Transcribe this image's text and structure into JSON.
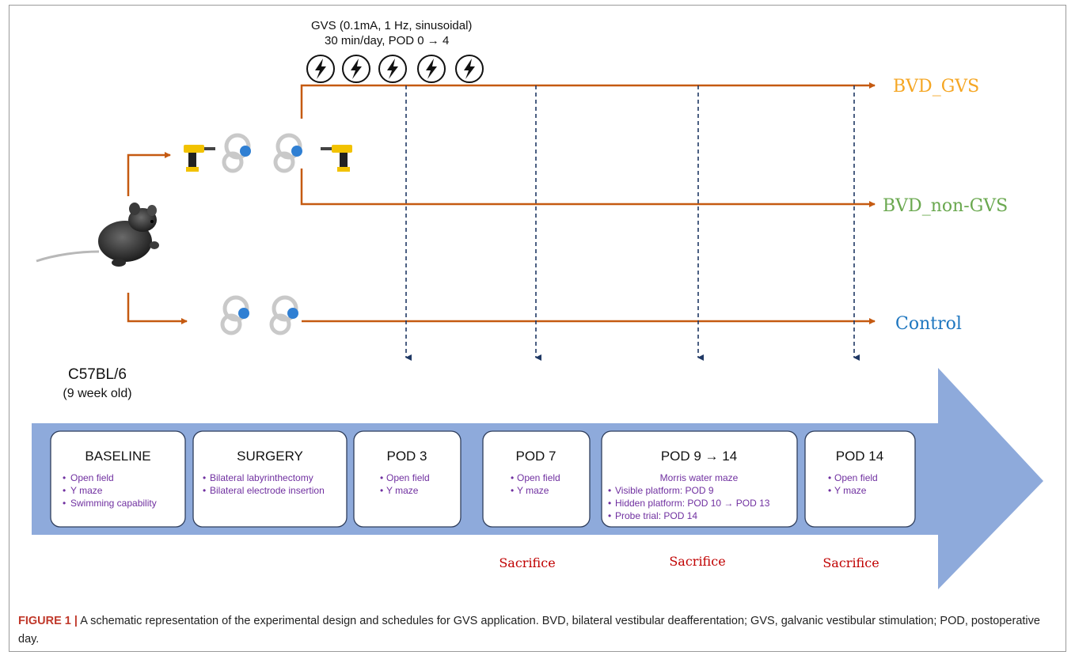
{
  "gvs": {
    "line1": "GVS (0.1mA, 1 Hz, sinusoidal)",
    "line2": "30 min/day, POD 0 → 4",
    "icon_count": 5
  },
  "subject": {
    "strain": "C57BL/6",
    "age": "(9 week old)"
  },
  "groups": [
    {
      "label": "BVD_GVS",
      "color": "#f5a623"
    },
    {
      "label": "BVD_non-GVS",
      "color": "#6aa84f"
    },
    {
      "label": "Control",
      "color": "#1f77c0"
    }
  ],
  "timeline": [
    {
      "title": "BASELINE",
      "items": [
        "Open field",
        "Y maze",
        "Swimming capability"
      ]
    },
    {
      "title": "SURGERY",
      "items": [
        "Bilateral labyrinthectomy",
        "Bilateral electrode insertion"
      ]
    },
    {
      "title": "POD 3",
      "items": [
        "Open field",
        "Y maze"
      ]
    },
    {
      "title": "POD 7",
      "items": [
        "Open field",
        "Y maze"
      ]
    },
    {
      "title": "POD 9 → 14",
      "subtitle": "Morris water maze",
      "items": [
        "Visible platform: POD 9",
        "Hidden platform: POD 10 → POD 13",
        "Probe trial: POD 14"
      ]
    },
    {
      "title": "POD 14",
      "items": [
        "Open field",
        "Y maze"
      ]
    }
  ],
  "sacrifice_label": "Sacrifice",
  "sacrifice_count": 3,
  "caption": {
    "label": "FIGURE 1 |",
    "text": " A schematic representation of the experimental design and schedules for GVS application. BVD, bilateral vestibular deafferentation; GVS, galvanic vestibular stimulation; POD, postoperative day."
  },
  "colors": {
    "arrow": "#c55a11",
    "timeline": "#8eaadb",
    "dashed": "#1f3864",
    "bullet_text": "#7030a0",
    "sacrifice": "#c00000"
  }
}
